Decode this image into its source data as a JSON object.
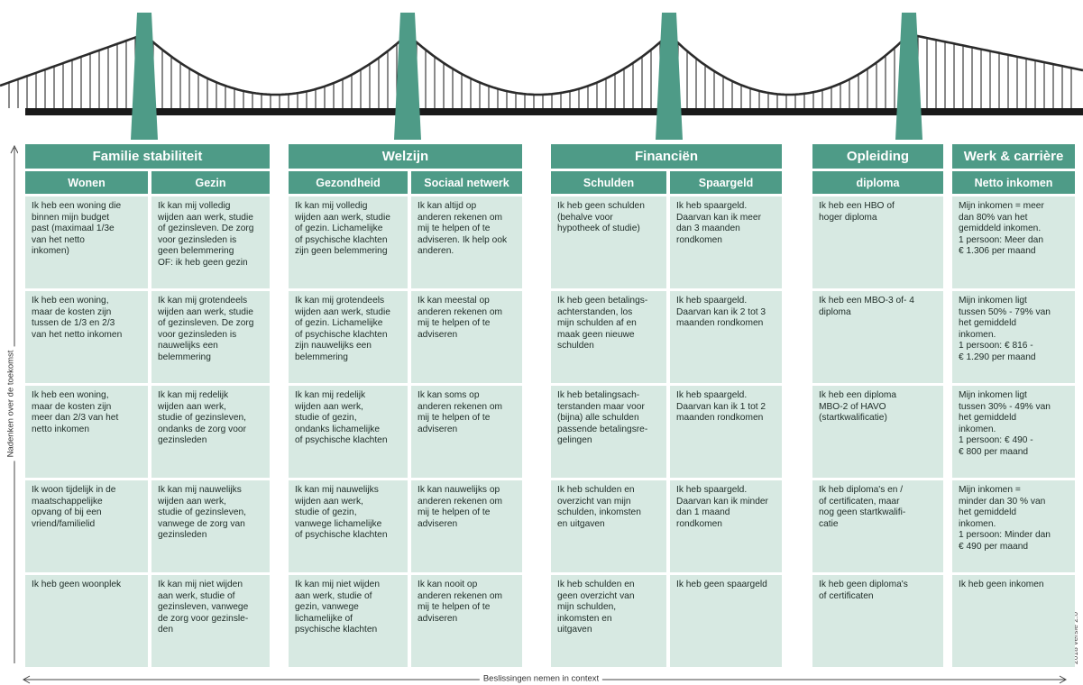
{
  "colors": {
    "accent": "#4e9b87",
    "cell_bg": "#d7e9e2",
    "cable": "#2b2b2b",
    "deck": "#1a1a1a"
  },
  "y_axis_label": "Nadenken over de toekomst",
  "x_axis_label": "Beslissingen nemen in context",
  "version_label": "2018 versie 2.0",
  "groups": [
    {
      "title": "Familie stabiliteit",
      "columns": [
        {
          "header": "Wonen",
          "cells": [
            "Ik heb een woning die\nbinnen mijn budget\npast (maximaal 1/3e\nvan het netto\ninkomen)",
            "Ik heb een woning,\nmaar de kosten zijn\ntussen de 1/3 en 2/3\nvan het netto inkomen",
            "Ik heb een woning,\nmaar de kosten zijn\nmeer dan 2/3 van het\nnetto inkomen",
            "Ik woon tijdelijk in de\nmaatschappelijke\nopvang of bij een\nvriend/familielid",
            "Ik heb geen woonplek"
          ]
        },
        {
          "header": "Gezin",
          "cells": [
            "Ik kan mij volledig\nwijden aan werk, studie\nof gezinsleven. De zorg\nvoor gezinsleden is\ngeen belemmering\nOF: ik heb geen gezin",
            "Ik kan mij grotendeels\nwijden aan werk, studie\nof gezinsleven. De zorg\nvoor gezinsleden is\nnauwelijks een\nbelemmering",
            "Ik kan mij redelijk\nwijden aan werk,\nstudie of gezinsleven,\nondanks de zorg voor\ngezinsleden",
            "Ik kan mij nauwelijks\nwijden aan werk,\nstudie of gezinsleven,\nvanwege de zorg van\ngezinsleden",
            "Ik kan mij niet wijden\naan werk, studie of\ngezinsleven, vanwege\nde zorg voor gezinsle-\nden"
          ]
        }
      ]
    },
    {
      "title": "Welzijn",
      "columns": [
        {
          "header": "Gezondheid",
          "cells": [
            "Ik kan mij volledig\nwijden aan werk, studie\nof gezin. Lichamelijke\nof psychische klachten\nzijn geen belemmering",
            "Ik kan mij grotendeels\nwijden aan werk, studie\nof gezin. Lichamelijke\nof psychische klachten\nzijn nauwelijks een\nbelemmering",
            "Ik kan mij redelijk\nwijden aan werk,\nstudie of gezin,\nondanks lichamelijke\nof psychische klachten",
            "Ik kan mij nauwelijks\nwijden aan werk,\nstudie of gezin,\nvanwege lichamelijke\nof psychische klachten",
            "Ik kan mij niet wijden\naan werk, studie of\ngezin, vanwege\nlichamelijke of\npsychische klachten"
          ]
        },
        {
          "header": "Sociaal netwerk",
          "cells": [
            "Ik kan altijd op\nanderen rekenen om\nmij te helpen of te\nadviseren. Ik help ook\nanderen.",
            "Ik kan meestal op\nanderen rekenen om\nmij te helpen of te\nadviseren",
            "Ik kan soms op\nanderen rekenen om\nmij te helpen of te\nadviseren",
            "Ik kan nauwelijks op\nanderen rekenen om\nmij te helpen of te\nadviseren",
            "Ik kan nooit op\nanderen rekenen om\nmij te helpen of te\nadviseren"
          ]
        }
      ]
    },
    {
      "title": "Financiën",
      "columns": [
        {
          "header": "Schulden",
          "cells": [
            "Ik heb geen schulden\n(behalve voor\nhypotheek of studie)",
            "Ik heb geen betalings-\nachterstanden, los\nmijn schulden af en\nmaak geen nieuwe\nschulden",
            "Ik heb betalingsach-\nterstanden maar voor\n(bijna) alle schulden\npassende betalingsre-\ngelingen",
            "Ik heb schulden en\noverzicht van mijn\nschulden, inkomsten\nen uitgaven",
            "Ik heb schulden en\ngeen overzicht van\nmijn schulden,\ninkomsten en\nuitgaven"
          ]
        },
        {
          "header": "Spaargeld",
          "cells": [
            "Ik heb spaargeld.\nDaarvan kan ik meer\ndan 3 maanden\nrondkomen",
            "Ik heb spaargeld.\nDaarvan kan ik 2 tot 3\nmaanden rondkomen",
            "Ik heb spaargeld.\nDaarvan kan ik 1 tot 2\nmaanden rondkomen",
            "Ik heb spaargeld.\nDaarvan kan ik minder\ndan 1 maand\nrondkomen",
            "Ik heb geen spaargeld"
          ]
        }
      ]
    },
    {
      "title": "Opleiding",
      "columns": [
        {
          "header": "diploma",
          "cells": [
            "Ik heb een HBO of\nhoger diploma",
            "Ik heb een MBO-3 of- 4\ndiploma",
            "Ik heb een diploma\nMBO-2 of HAVO\n(startkwalificatie)",
            "Ik heb diploma's en /\nof certificaten, maar\nnog geen startkwalifi-\ncatie",
            "Ik heb geen diploma's\nof certificaten"
          ]
        }
      ]
    },
    {
      "title": "Werk & carrière",
      "columns": [
        {
          "header": "Netto inkomen",
          "cells": [
            "Mijn inkomen = meer\ndan 80% van het\ngemiddeld inkomen.\n1 persoon: Meer dan\n€ 1.306 per maand",
            "Mijn inkomen ligt\ntussen 50% - 79% van\nhet gemiddeld\ninkomen.\n1 persoon: € 816 -\n€ 1.290 per maand",
            "Mijn inkomen ligt\ntussen 30% - 49% van\nhet gemiddeld\ninkomen.\n1 persoon: € 490 -\n€ 800 per maand",
            "Mijn inkomen =\nminder dan 30 % van\nhet gemiddeld\ninkomen.\n1 persoon: Minder dan\n€ 490 per maand",
            "Ik heb geen inkomen"
          ]
        }
      ]
    }
  ]
}
